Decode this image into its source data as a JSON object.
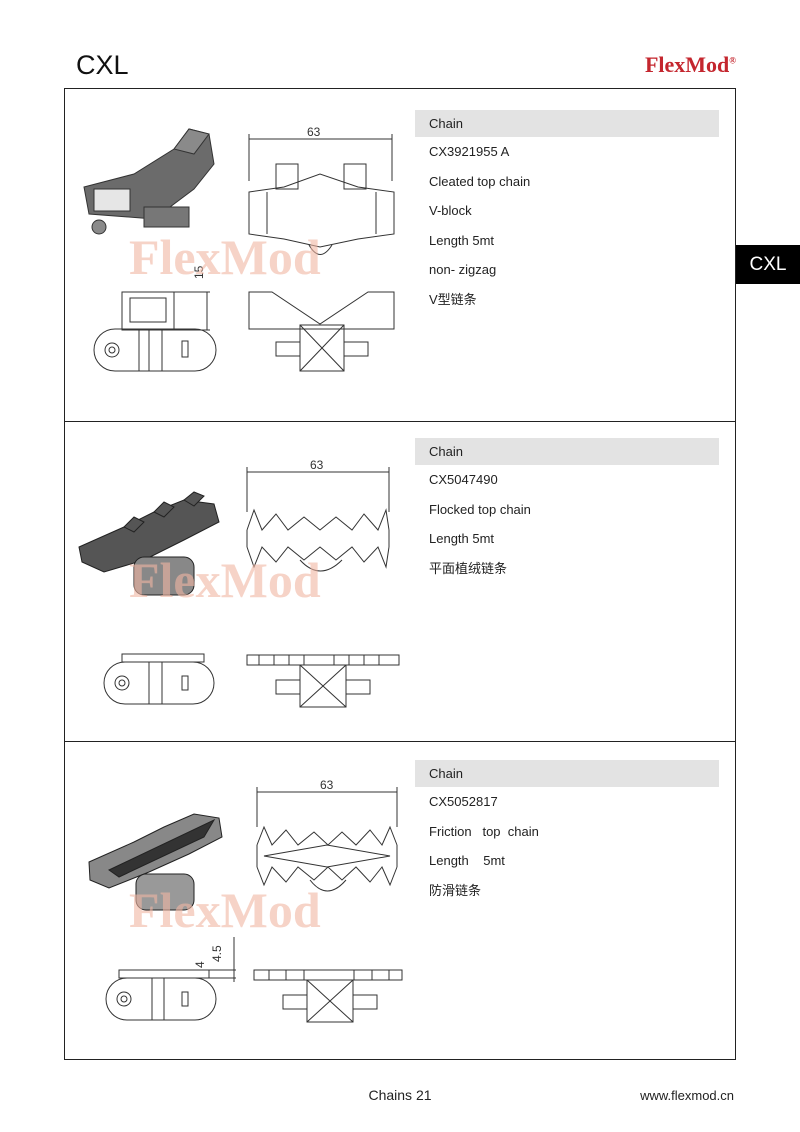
{
  "header": {
    "title": "CXL",
    "logo": "FlexMod",
    "logo_mark": "®"
  },
  "side_tab": "CXL",
  "watermark": "FlexMod",
  "products": [
    {
      "heading": "Chain",
      "lines": [
        "CX3921955 A",
        "Cleated top chain",
        "V-block",
        "Length 5mt",
        "non- zigzag",
        "V型链条"
      ],
      "dims": [
        "63",
        "15"
      ]
    },
    {
      "heading": "Chain",
      "lines": [
        "CX5047490",
        "Flocked top chain",
        "Length 5mt",
        "平面植绒链条"
      ],
      "dims": [
        "63"
      ]
    },
    {
      "heading": "Chain",
      "lines": [
        "CX5052817",
        "Friction   top  chain",
        "Length    5mt",
        "防滑链条"
      ],
      "dims": [
        "63",
        "4",
        "4.5"
      ]
    }
  ],
  "footer": {
    "page": "Chains 21",
    "url": "www.flexmod.cn"
  }
}
